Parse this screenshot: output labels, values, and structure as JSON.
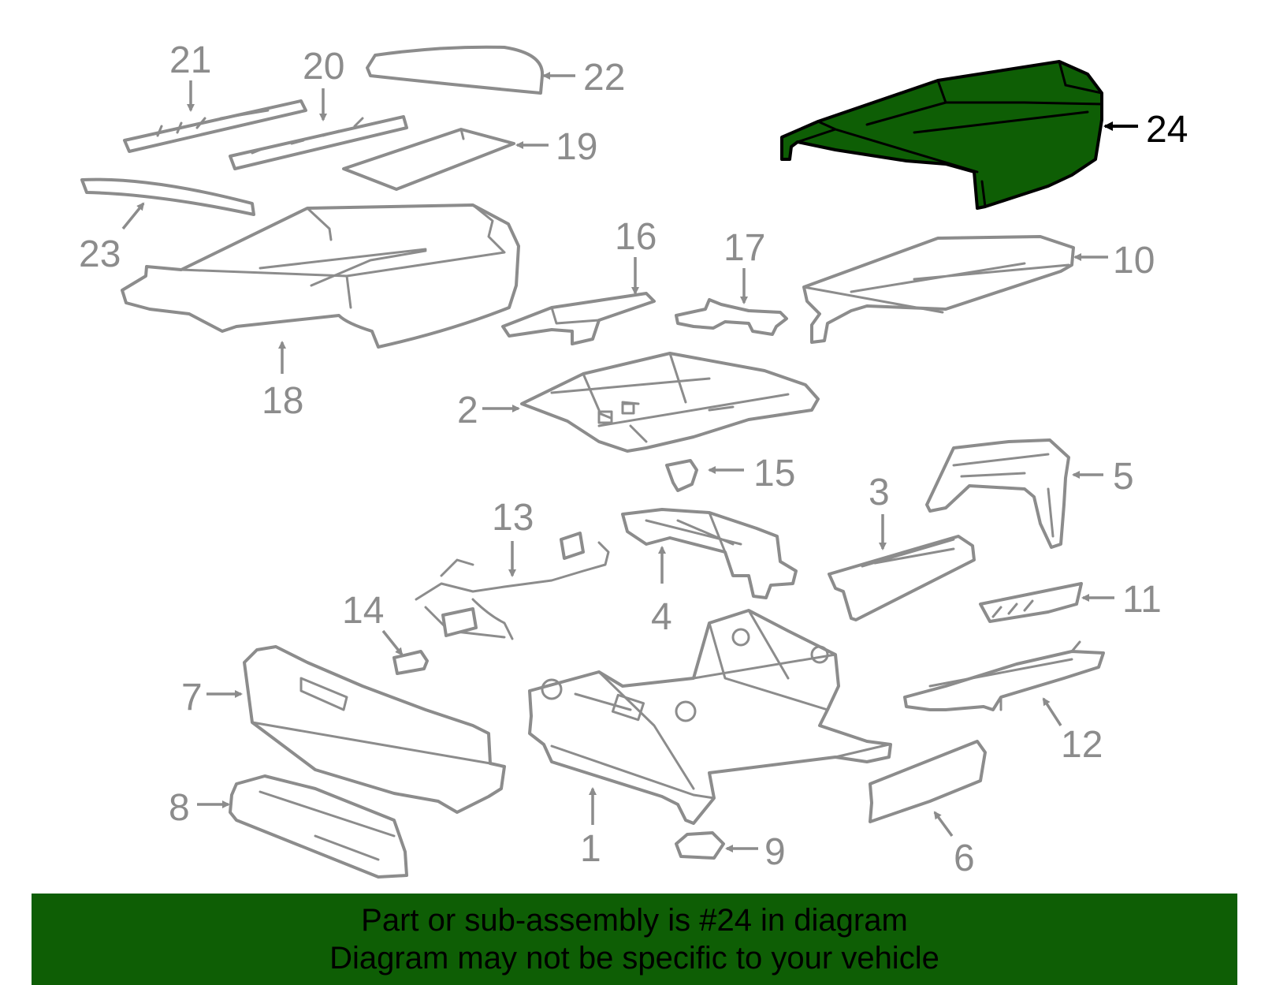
{
  "diagram": {
    "highlight_color": "#0e5e05",
    "part_stroke_color": "#8c8c8c",
    "highlighted_part": "24",
    "callouts": [
      "1",
      "2",
      "3",
      "4",
      "5",
      "6",
      "7",
      "8",
      "9",
      "10",
      "11",
      "12",
      "13",
      "14",
      "15",
      "16",
      "17",
      "18",
      "19",
      "20",
      "21",
      "22",
      "23",
      "24"
    ]
  },
  "banner": {
    "line1": "Part or sub-assembly is #24 in diagram",
    "line2": "Diagram may not be specific to your vehicle",
    "background": "#0e5e05"
  }
}
